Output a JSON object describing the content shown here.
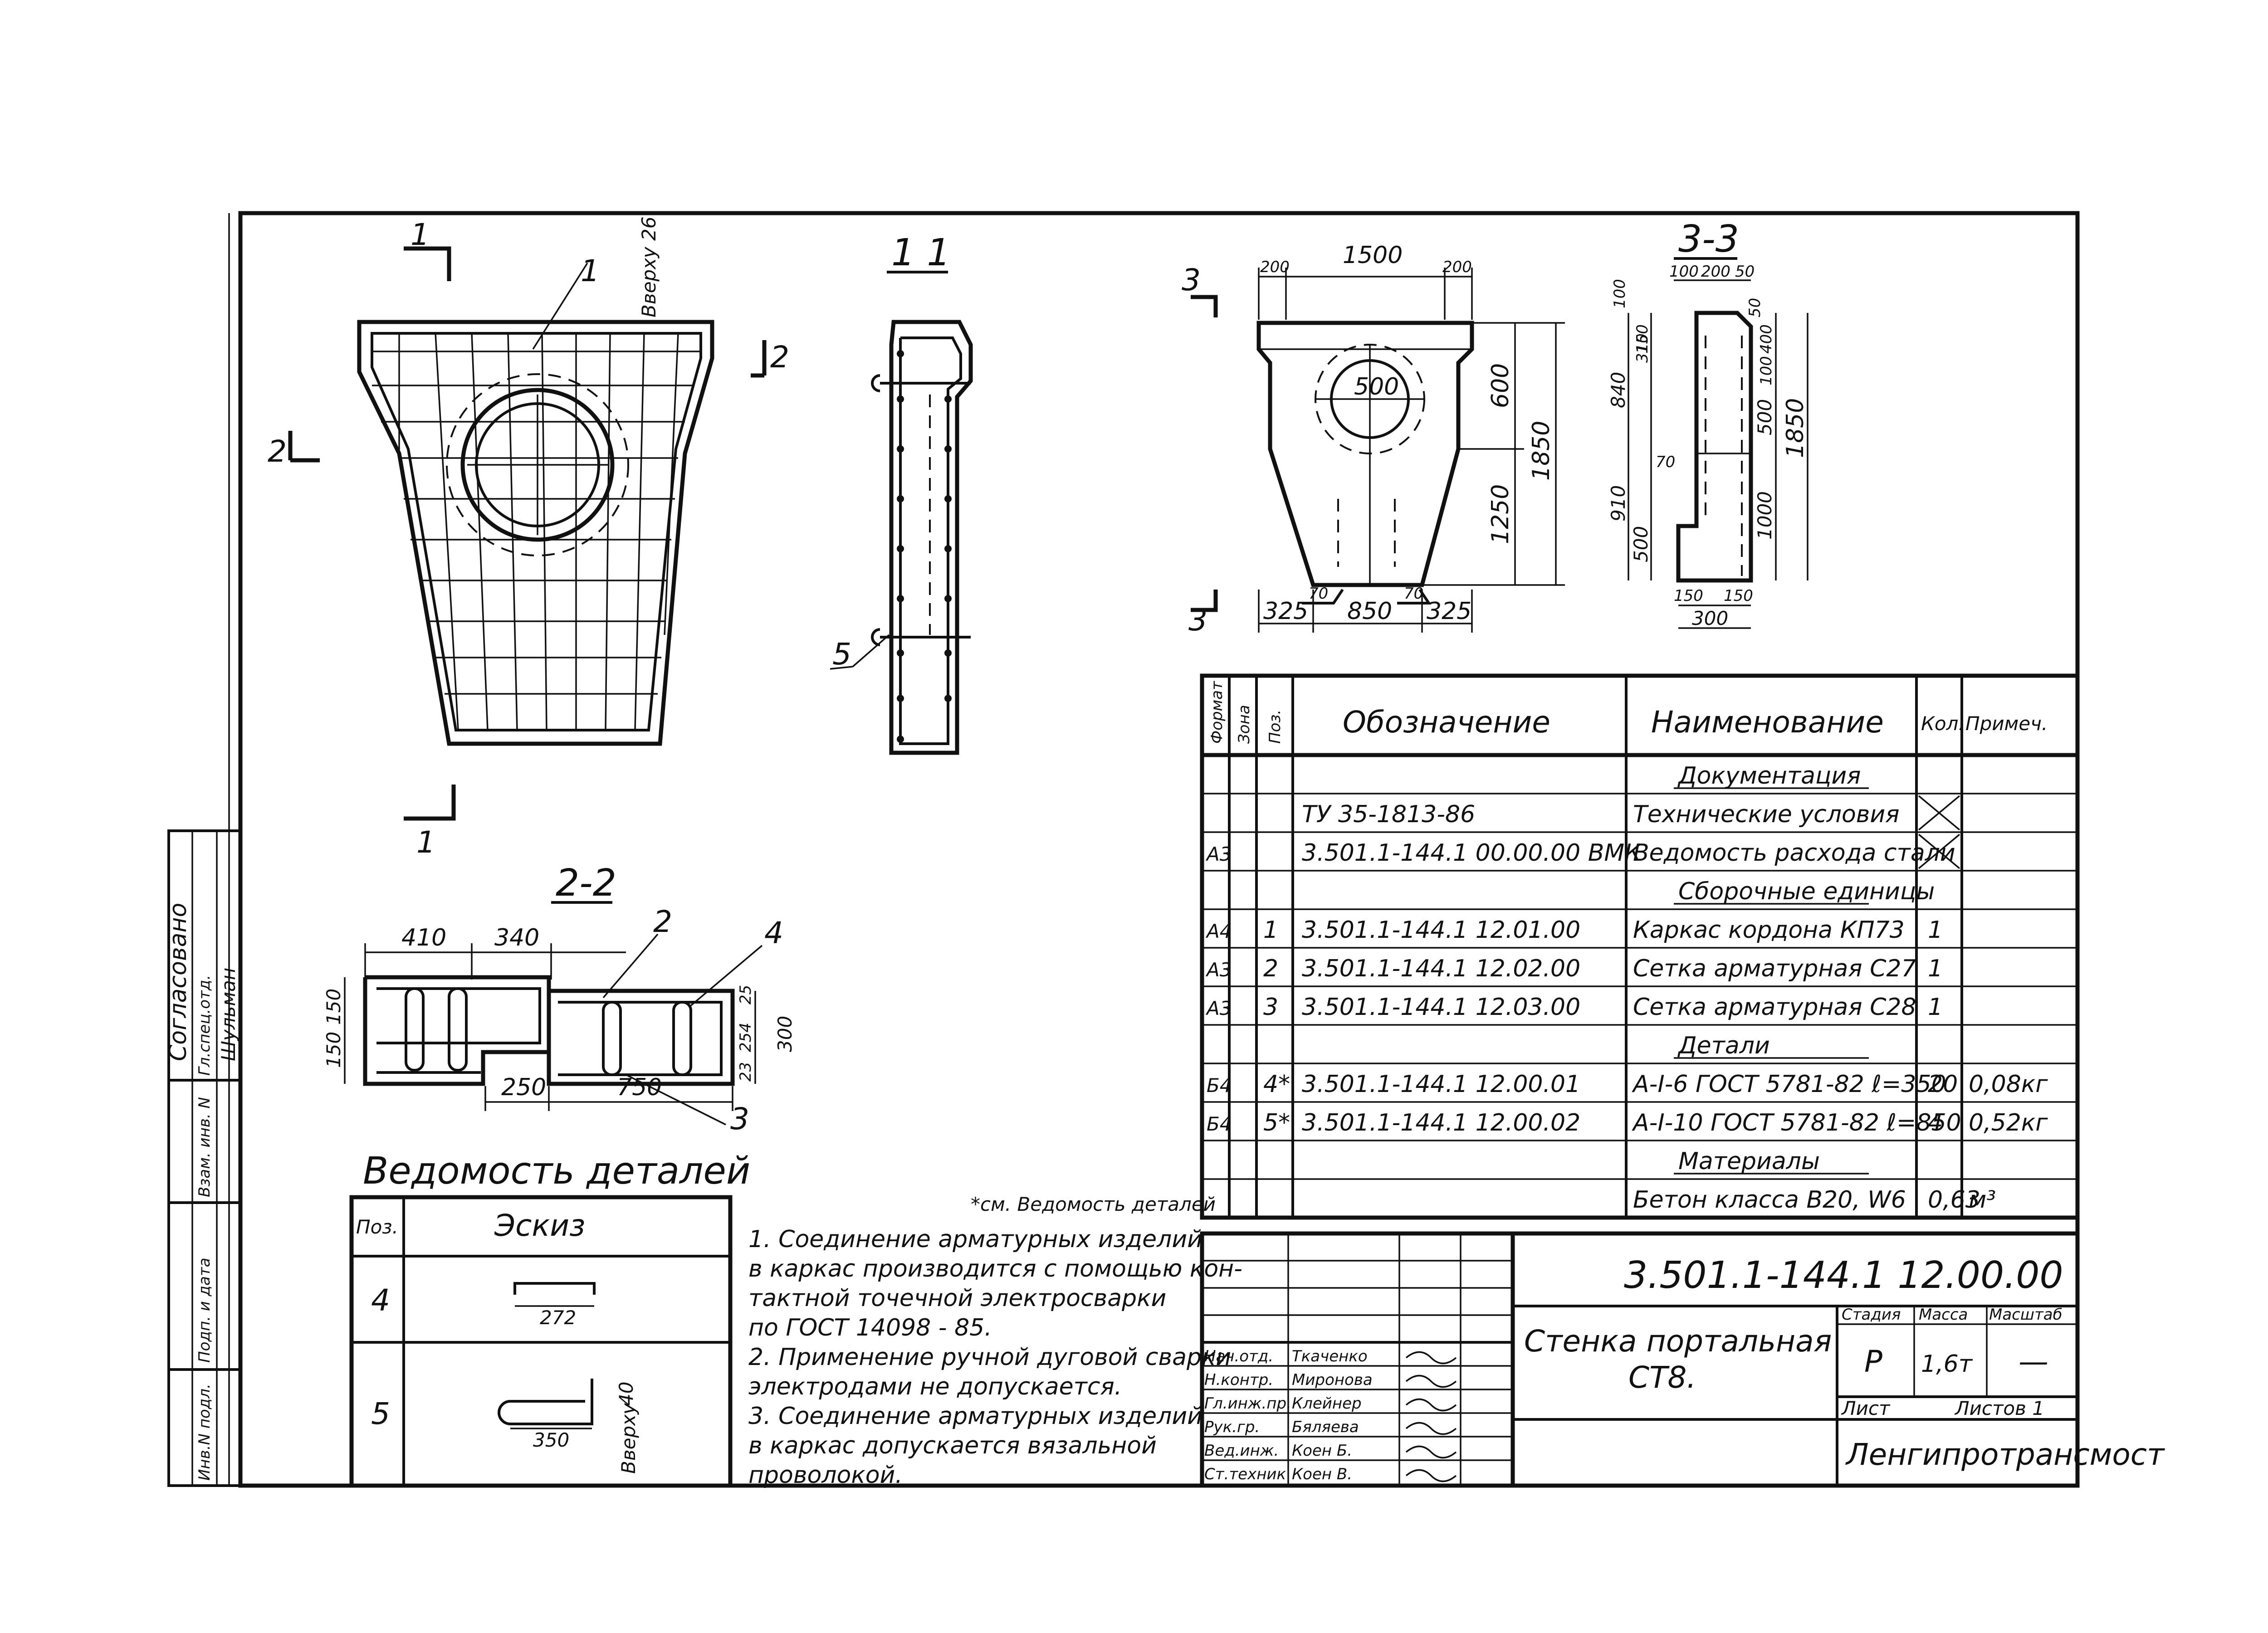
{
  "drawing": {
    "view_labels": {
      "section_1": "1 1",
      "section_2": "2-2",
      "section_3": "3-3",
      "cut_1": "1",
      "cut_2": "2",
      "cut_3": "3",
      "callout_1": "1",
      "callout_2": "2",
      "callout_3": "3",
      "callout_4": "4",
      "callout_5": "5",
      "vertical_note": "Вверху 26"
    },
    "dims_plan": {
      "w_top": "1500",
      "edge_l": "200",
      "edge_r": "200",
      "h_upper": "600",
      "h_lower": "1250",
      "h_total": "1850",
      "hole": "500",
      "bottom_l": "325",
      "bottom_c": "850",
      "bottom_r": "325",
      "tag_l": "70",
      "tag_r": "70"
    },
    "dims_section_3": {
      "t1": "100",
      "t2": "200",
      "t3": "50",
      "t4": "50",
      "l1": "100",
      "l2": "150",
      "l3": "840",
      "l4": "310",
      "l5": "910",
      "l6": "500",
      "l7": "70",
      "r1": "1000",
      "r2": "500",
      "r3": "100",
      "r4": "400",
      "total": "1850",
      "b1": "150",
      "b2": "150",
      "b3": "300"
    },
    "dims_section_2": {
      "d410": "410",
      "d340": "340",
      "d250": "250",
      "d750": "750",
      "h150a": "150",
      "h150b": "150",
      "h25": "25",
      "h254": "254",
      "h23": "23",
      "h300": "300"
    }
  },
  "notes": {
    "ref": "*см. Ведомость деталей",
    "lines": [
      "1. Соединение арматурных изделий",
      "в каркас производится с помощью кон-",
      "тактной точечной электросварки",
      "по ГОСТ 14098 - 85.",
      "2. Применение ручной дуговой сварки",
      "электродами не допускается.",
      "3. Соединение арматурных изделий",
      "в каркас допускается вязальной",
      "проволокой."
    ]
  },
  "details_sheet": {
    "title": "Ведомость деталей",
    "header_pos": "Поз.",
    "header_sketch": "Эскиз",
    "rows": [
      {
        "pos": "4",
        "dim": "272"
      },
      {
        "pos": "5",
        "dim": "350",
        "dim_v": "40",
        "note": "Вверху"
      }
    ]
  },
  "spec": {
    "headers": {
      "format": "Формат",
      "zone": "Зона",
      "pos": "Поз.",
      "designation": "Обозначение",
      "name": "Наименование",
      "qty": "Кол.",
      "note": "Примеч."
    },
    "rows": [
      {
        "format": "",
        "pos": "",
        "designation": "",
        "name": "Документация",
        "qty": "",
        "note": "",
        "section": true
      },
      {
        "format": "",
        "pos": "",
        "designation": "ТУ 35-1813-86",
        "name": "Технические условия",
        "qty": "",
        "note": "",
        "cross": true
      },
      {
        "format": "А3",
        "pos": "",
        "designation": "3.501.1-144.1 00.00.00 ВМК",
        "name": "Ведомость расхода стали",
        "qty": "",
        "note": "",
        "cross": true
      },
      {
        "format": "",
        "pos": "",
        "designation": "",
        "name": "Сборочные единицы",
        "qty": "",
        "note": "",
        "section": true
      },
      {
        "format": "А4",
        "pos": "1",
        "designation": "3.501.1-144.1 12.01.00",
        "name": "Каркас кордона КП73",
        "qty": "1",
        "note": ""
      },
      {
        "format": "А3",
        "pos": "2",
        "designation": "3.501.1-144.1 12.02.00",
        "name": "Сетка арматурная С27",
        "qty": "1",
        "note": ""
      },
      {
        "format": "А3",
        "pos": "3",
        "designation": "3.501.1-144.1 12.03.00",
        "name": "Сетка арматурная С28",
        "qty": "1",
        "note": ""
      },
      {
        "format": "",
        "pos": "",
        "designation": "",
        "name": "Детали",
        "qty": "",
        "note": "",
        "section": true
      },
      {
        "format": "Б4",
        "pos": "4*",
        "designation": "3.501.1-144.1 12.00.01",
        "name": "А-I-6 ГОСТ 5781-82 ℓ=350",
        "qty": "20",
        "note": "0,08кг"
      },
      {
        "format": "Б4",
        "pos": "5*",
        "designation": "3.501.1-144.1 12.00.02",
        "name": "А-I-10 ГОСТ 5781-82 ℓ=850",
        "qty": "4",
        "note": "0,52кг"
      },
      {
        "format": "",
        "pos": "",
        "designation": "",
        "name": "Материалы",
        "qty": "",
        "note": "",
        "section": true
      },
      {
        "format": "",
        "pos": "",
        "designation": "",
        "name": "Бетон класса В20, W6",
        "qty": "0,63",
        "note": "м³"
      }
    ]
  },
  "title_block": {
    "code": "3.501.1-144.1  12.00.00",
    "part_name_1": "Стенка портальная",
    "part_name_2": "СТ8.",
    "stage_label": "Стадия",
    "mass_label": "Масса",
    "scale_label": "Масштаб",
    "stage": "Р",
    "mass": "1,6т",
    "scale": "—",
    "sheet_label": "Лист",
    "sheets_label": "Листов 1",
    "org": "Ленгипротрансмост",
    "people": [
      {
        "role": "Нач.отд.",
        "name": "Ткаченко"
      },
      {
        "role": "Н.контр.",
        "name": "Миронова"
      },
      {
        "role": "Гл.инж.пр.",
        "name": "Клейнер"
      },
      {
        "role": "Рук.гр.",
        "name": "Бяляева"
      },
      {
        "role": "Вед.инж.",
        "name": "Коен Б."
      },
      {
        "role": "Ст.техник",
        "name": "Коен В."
      }
    ]
  },
  "left_stamp": {
    "agreed": "Согласовано",
    "name": "Шульман",
    "role": "Гл.спец.отд.",
    "inv_vzam": "Взам. инв. N",
    "sign_date": "Подп. и дата",
    "inv_podl": "Инв.N подл."
  }
}
